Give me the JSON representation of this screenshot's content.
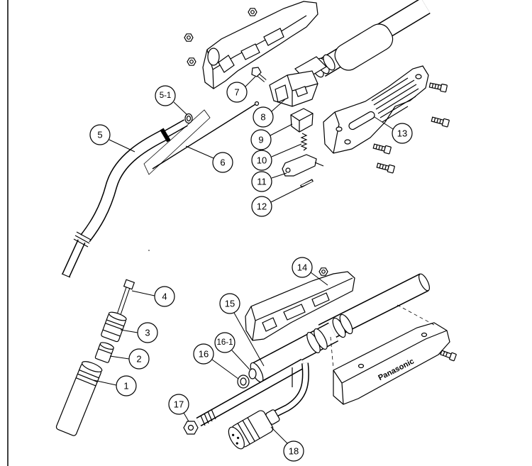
{
  "brand": "Panasonic",
  "callouts": {
    "1": "1",
    "2": "2",
    "3": "3",
    "4": "4",
    "5": "5",
    "5-1": "5-1",
    "6": "6",
    "7": "7",
    "8": "8",
    "9": "9",
    "10": "10",
    "11": "11",
    "12": "12",
    "13": "13",
    "14": "14",
    "15": "15",
    "16": "16",
    "16-1": "16-1",
    "17": "17",
    "18": "18"
  }
}
